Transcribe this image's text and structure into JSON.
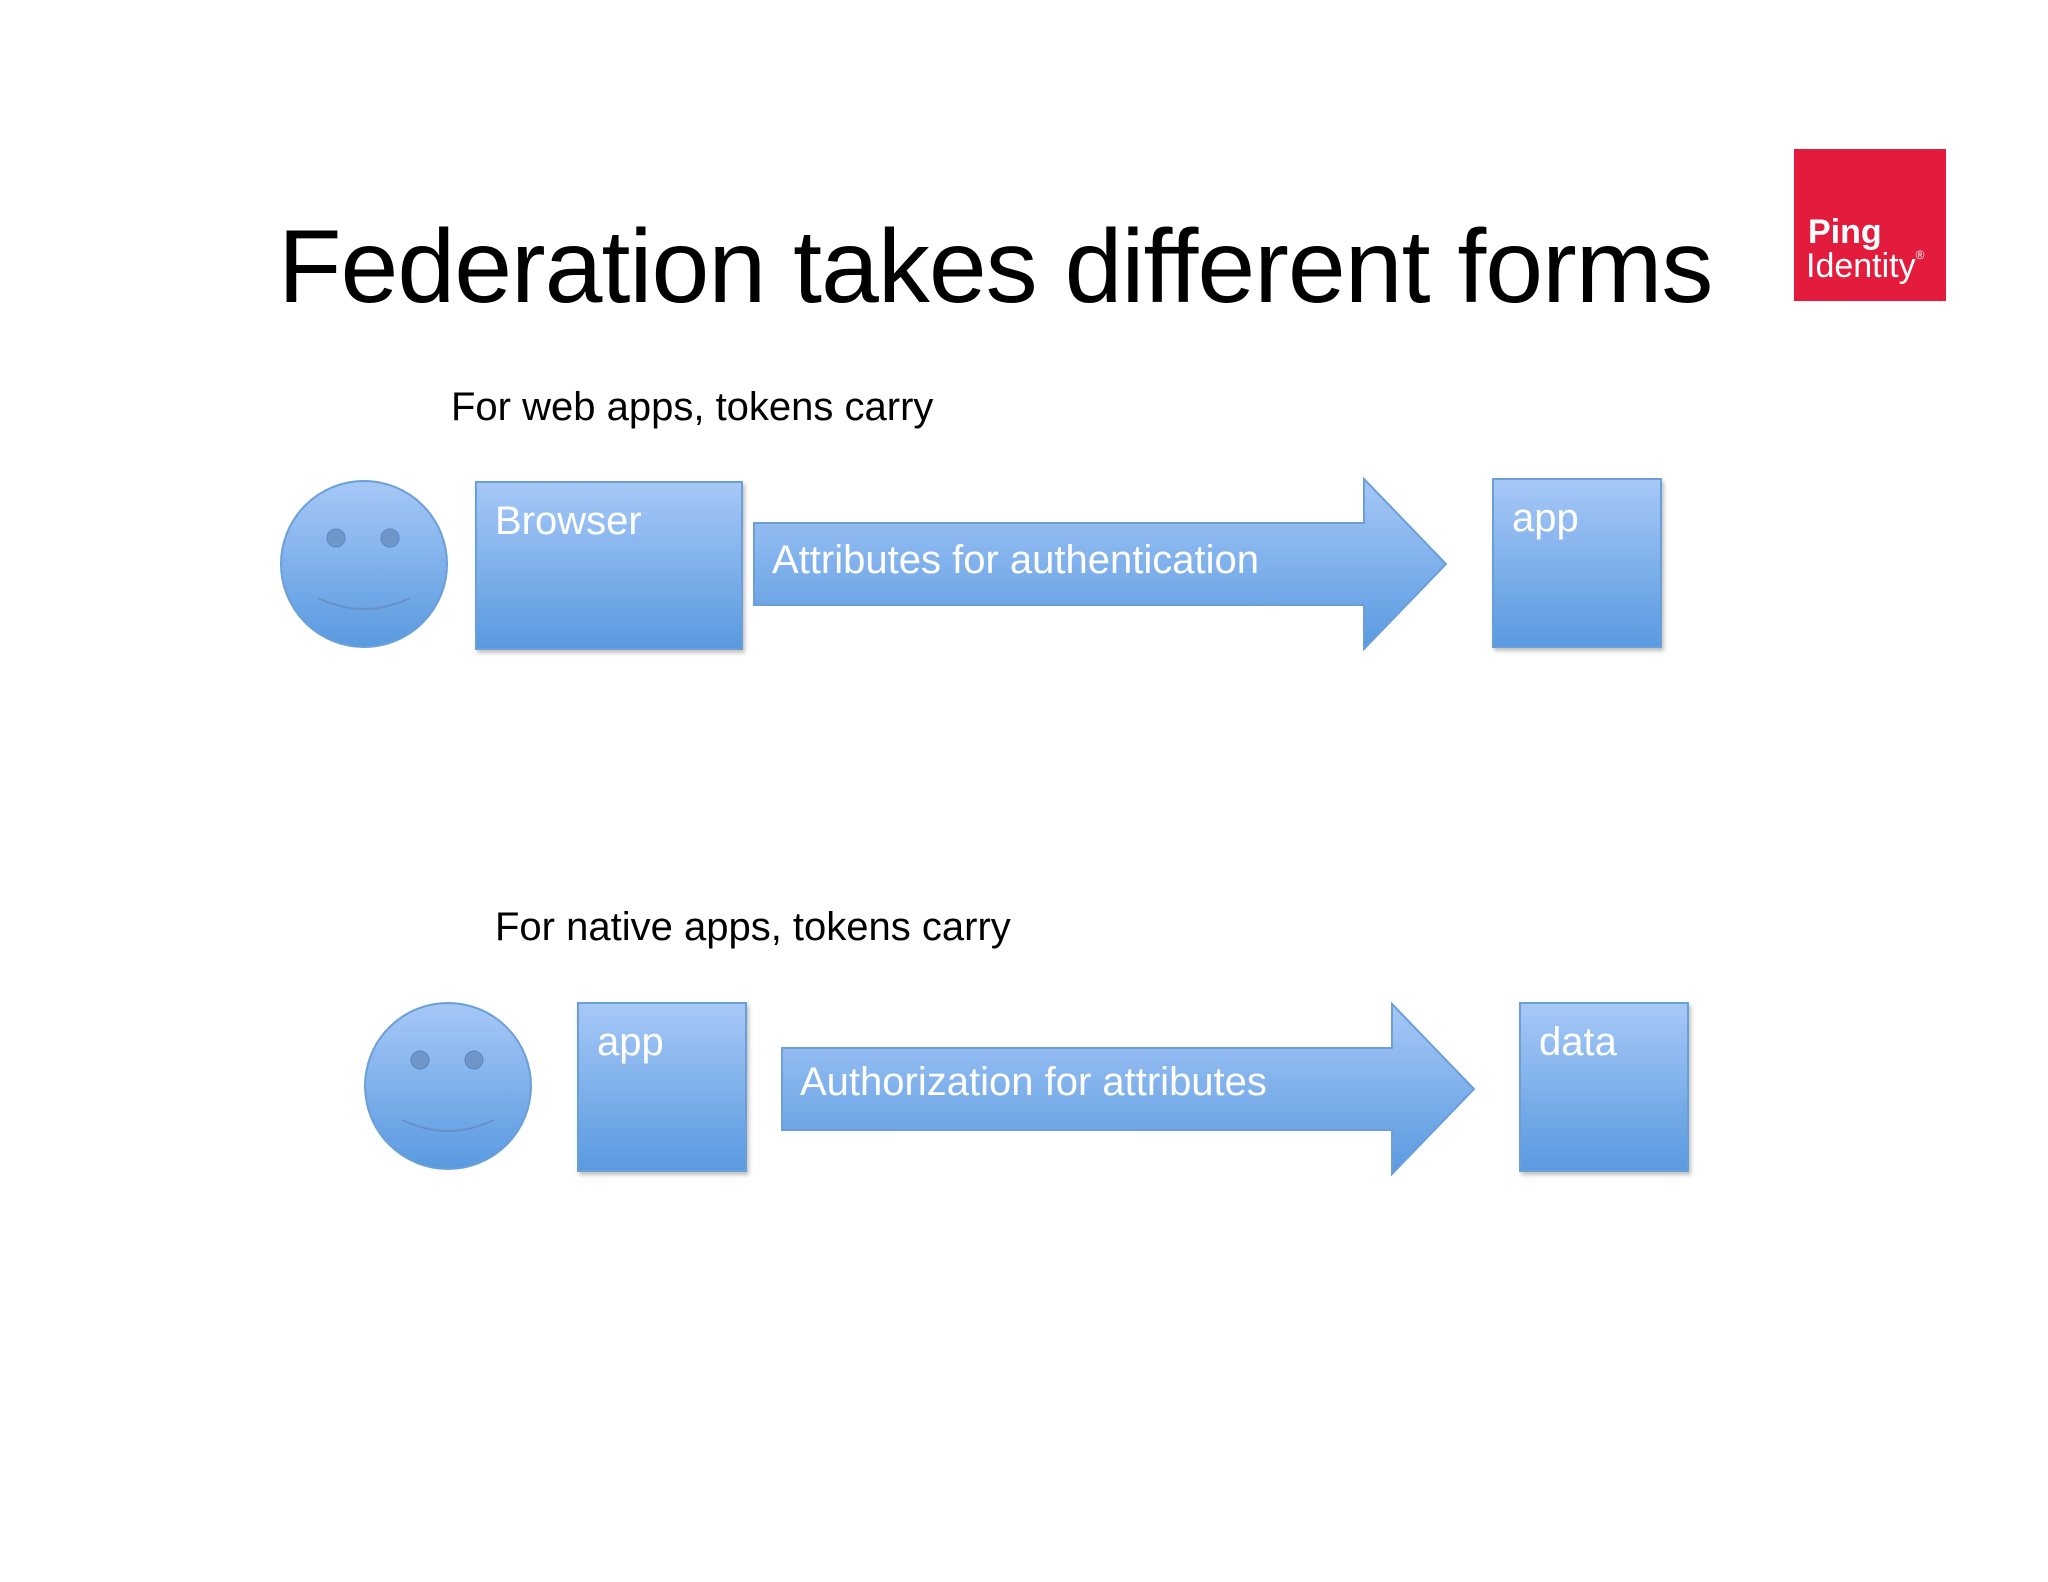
{
  "slide": {
    "title": "Federation takes different forms",
    "logo": {
      "line1": "Ping",
      "line2": "Identity",
      "registered": "®",
      "color": "#e31b3c"
    }
  },
  "diagram_web": {
    "caption": "For web apps, tokens carry",
    "user_icon": "smiley-face-icon",
    "source_label": "Browser",
    "arrow_label": "Attributes for authentication",
    "target_label": "app"
  },
  "diagram_native": {
    "caption": "For native apps, tokens carry",
    "user_icon": "smiley-face-icon",
    "source_label": "app",
    "arrow_label": "Authorization for attributes",
    "target_label": "data"
  },
  "colors": {
    "shape_top": "#a6c8f7",
    "shape_bottom": "#5a9ae0",
    "shape_border": "#6a9fd8"
  }
}
